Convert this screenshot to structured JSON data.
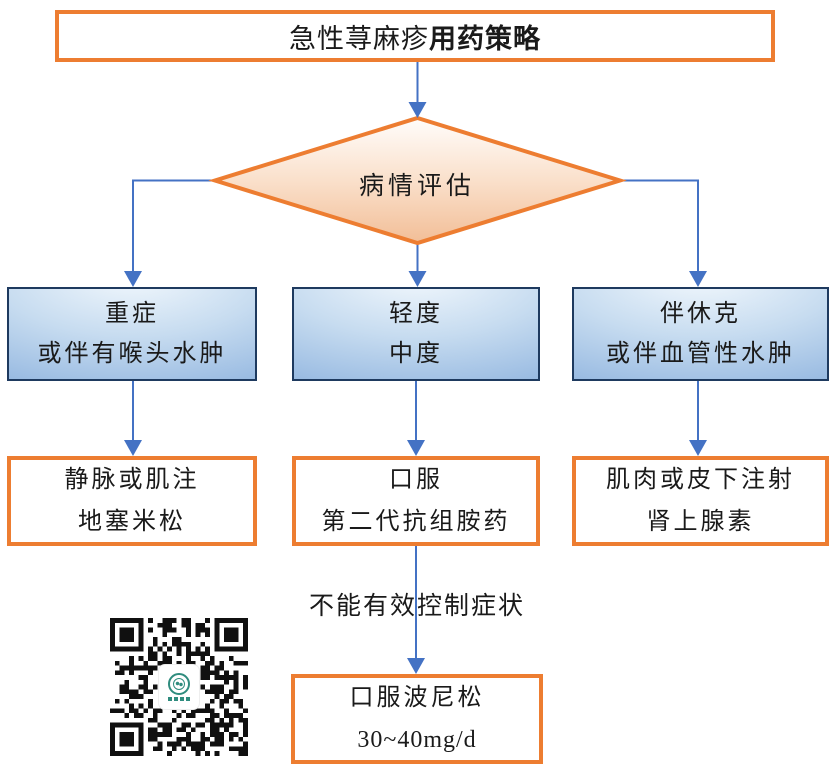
{
  "title": {
    "normal": "急性荨麻疹",
    "bold": "用药策略"
  },
  "decision": {
    "label": "病情评估"
  },
  "branches": [
    {
      "condition_line1": "重症",
      "condition_line2": "或伴有喉头水肿",
      "treatment_line1": "静脉或肌注",
      "treatment_line2": "地塞米松"
    },
    {
      "condition_line1": "轻度",
      "condition_line2": "中度",
      "treatment_line1": "口服",
      "treatment_line2": "第二代抗组胺药"
    },
    {
      "condition_line1": "伴休克",
      "condition_line2": "或伴血管性水肿",
      "treatment_line1": "肌肉或皮下注射",
      "treatment_line2": "肾上腺素"
    }
  ],
  "escalation": {
    "label": "不能有效控制症状",
    "box_line1": "口服波尼松",
    "box_line2": "30~40mg/d"
  },
  "qr": {
    "description": "QR code with circular teal emblem logo in center"
  },
  "colors": {
    "accent_orange": "#ED7D31",
    "connector_blue": "#4472C4",
    "condition_border": "#1E3A5F",
    "condition_fill_light": "#F2F8FD",
    "condition_fill_dark": "#83ABDB",
    "diamond_fill_top": "#FFFDFB",
    "diamond_fill_bottom": "#F2BE97",
    "qr_logo_teal": "#2F8C7E"
  }
}
